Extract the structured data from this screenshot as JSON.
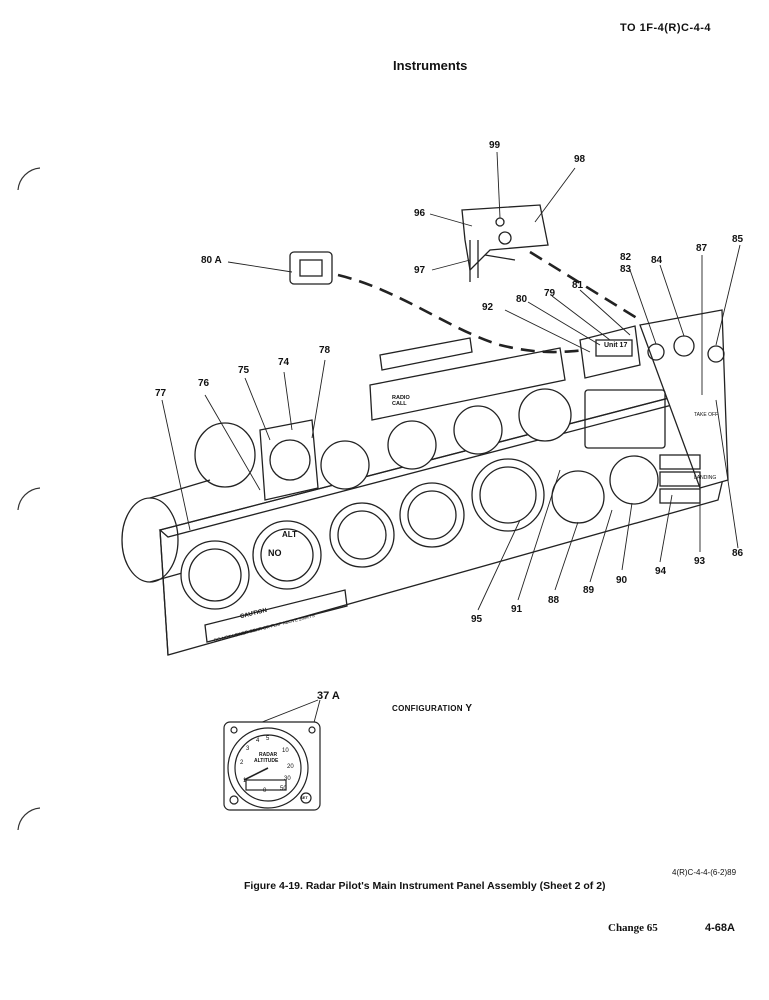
{
  "header": {
    "doc_id": "TO 1F-4(R)C-4-4",
    "section_title": "Instruments"
  },
  "callouts": {
    "c99": "99",
    "c98": "98",
    "c96": "96",
    "c97": "97",
    "c80a": "80 A",
    "c82": "82",
    "c83": "83",
    "c84": "84",
    "c87": "87",
    "c85": "85",
    "c92": "92",
    "c80": "80",
    "c79": "79",
    "c81": "81",
    "c78": "78",
    "c74": "74",
    "c75": "75",
    "c76": "76",
    "c77": "77",
    "c86": "86",
    "c93": "93",
    "c94": "94",
    "c90": "90",
    "c89": "89",
    "c88": "88",
    "c91": "91",
    "c95": "95",
    "c37a": "37 A"
  },
  "panel_text": {
    "unit": "Unit 17",
    "caution_title": "CAUTION",
    "caution_body": "DO NOT LOWER GEAR OR FLAP ABOVE 250KTS",
    "radio_call": "RADIO CALL",
    "alt": "ALT",
    "no": "NO",
    "take_off": "TAKE OFF",
    "landing": "LANDING"
  },
  "gauge_text": {
    "radar": "RADAR",
    "altitude": "ALTITUDE",
    "scale": [
      "0",
      "1",
      "2",
      "3",
      "4",
      "5",
      "10",
      "20",
      "30",
      "50"
    ],
    "test_knob": "SET"
  },
  "configuration": {
    "label": "CONFIGURATION",
    "letter": "Y"
  },
  "figure": {
    "code": "4(R)C-4-4-(6-2)89",
    "caption": "Figure 4-19. Radar Pilot's Main Instrument Panel Assembly (Sheet 2 of 2)"
  },
  "footer": {
    "change": "Change 65",
    "page": "4-68A"
  }
}
